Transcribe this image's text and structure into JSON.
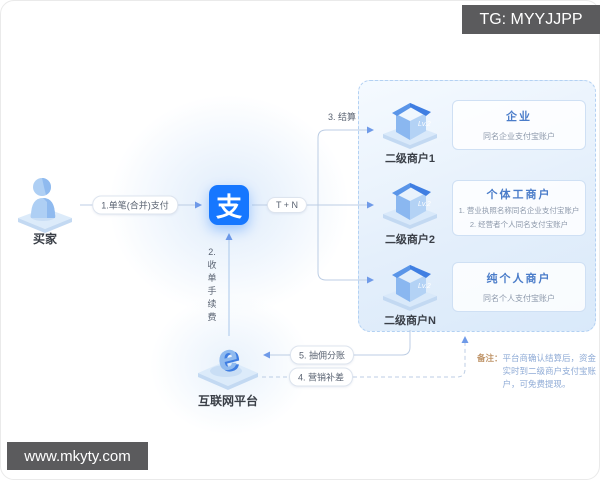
{
  "watermarks": {
    "tg": "TG: MYYJJPP",
    "site": "www.mkyty.com"
  },
  "diagram": {
    "buyer": {
      "label": "买家"
    },
    "alipay": {
      "glyph": "支"
    },
    "platform": {
      "label": "互联网平台"
    },
    "merchants": [
      {
        "label": "二级商户1",
        "badge": "Lv.2",
        "card_title": "企业",
        "card_lines": [
          "同名企业支付宝账户"
        ]
      },
      {
        "label": "二级商户2",
        "badge": "Lv.2",
        "card_title": "个体工商户",
        "card_lines": [
          "1. 营业执照名称同名企业支付宝账户",
          "2. 经营者个人同名支付宝账户"
        ]
      },
      {
        "label": "二级商户N",
        "badge": "Lv.2",
        "card_title": "纯个人商户",
        "card_lines": [
          "同名个人支付宝账户"
        ]
      }
    ],
    "flows": {
      "pay": "1.单笔(合并)支付",
      "settle_cycle": "T + N",
      "settle": "3. 结算",
      "acquiring_fee": [
        "2.",
        "收",
        "单",
        "手",
        "续",
        "费"
      ],
      "commission": "5. 抽佣分账",
      "marketing_subsidy": "4. 营销补差"
    },
    "note": {
      "label": "备注：",
      "lines": [
        "平台商确认结算后，资金",
        "实时到二级商户支付宝账",
        "户，可免费提现。"
      ]
    }
  },
  "colors": {
    "alipay_blue": "#1677ff",
    "accent_blue": "#4a7cc9",
    "panel_blue": "#e4effb",
    "arrow_blue": "#6f9ae8",
    "watermark_bg": "#5b5b5d"
  }
}
